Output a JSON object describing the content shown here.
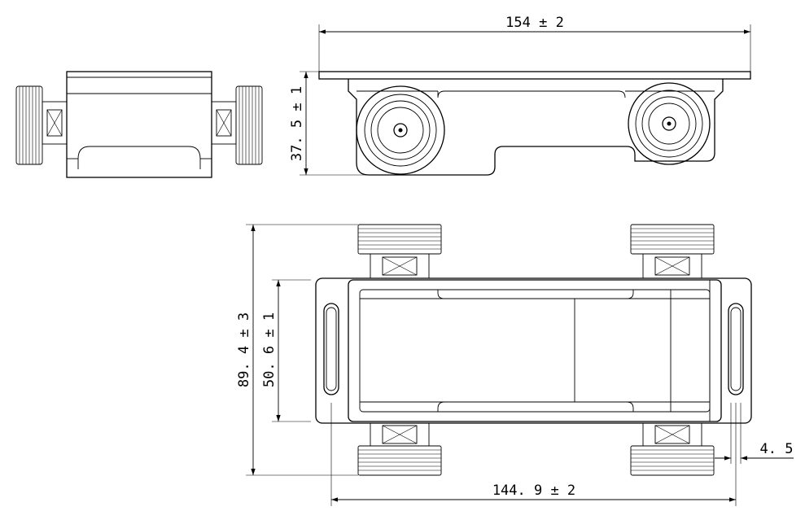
{
  "dimensions": {
    "top_length": "154 ± 2",
    "side_height": "37. 5 ± 1",
    "overall_width": "89. 4 ± 3",
    "body_width": "50. 6 ± 1",
    "mount_pitch": "144. 9 ± 2",
    "slot_width": "4. 5"
  },
  "views": [
    "side-view",
    "front-view",
    "top-view"
  ]
}
